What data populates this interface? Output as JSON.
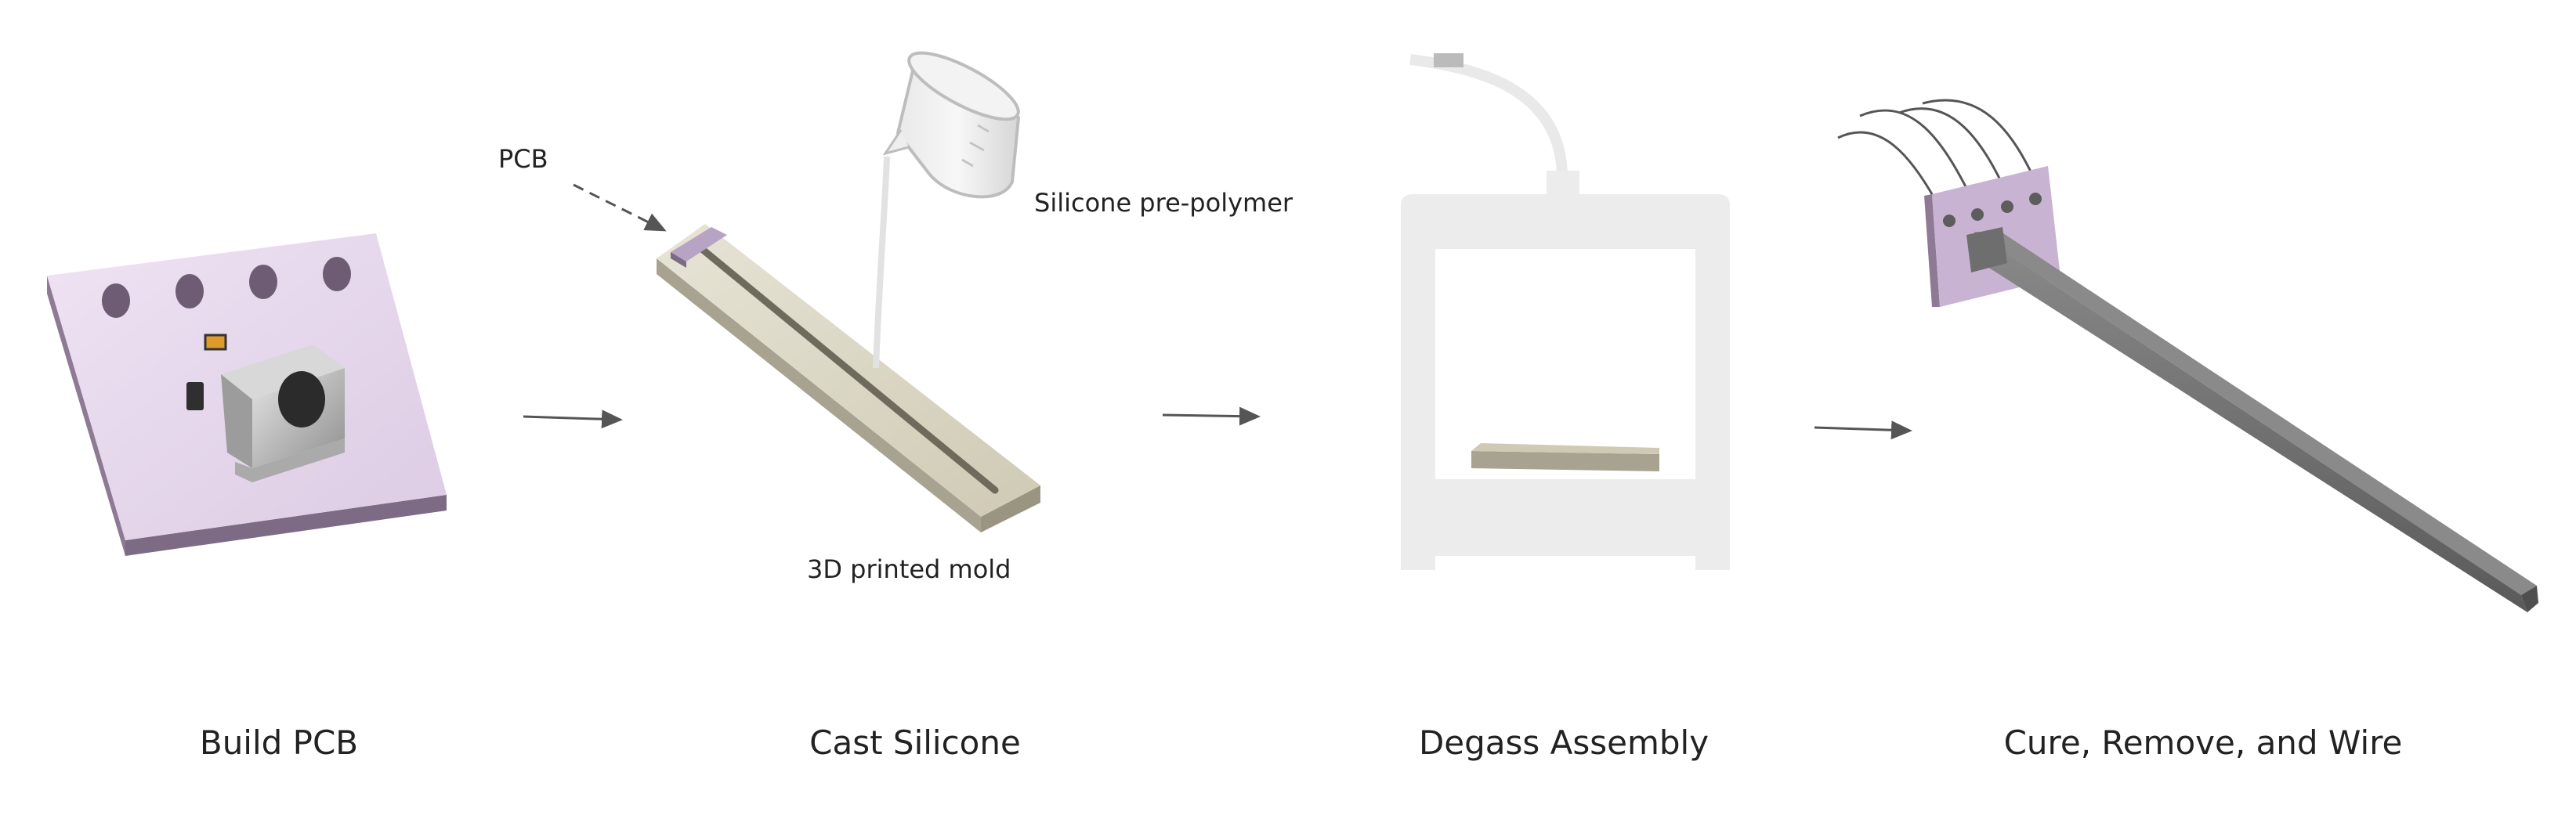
{
  "steps": [
    {
      "label": "Build PCB"
    },
    {
      "label": "Cast Silicone"
    },
    {
      "label": "Degass Assembly"
    },
    {
      "label": "Cure, Remove, and Wire"
    }
  ],
  "annotations": {
    "pcb": "PCB",
    "silicone": "Silicone pre-polymer",
    "mold": "3D printed mold"
  },
  "colors": {
    "pcb_top": "#e8d8ee",
    "pcb_side": "#8e7a94",
    "mold": "#d8d4c0",
    "mold_side": "#a8a390",
    "chamber": "#ececec",
    "arrow": "#555555",
    "silicone_cured": "#6e6e6e"
  }
}
